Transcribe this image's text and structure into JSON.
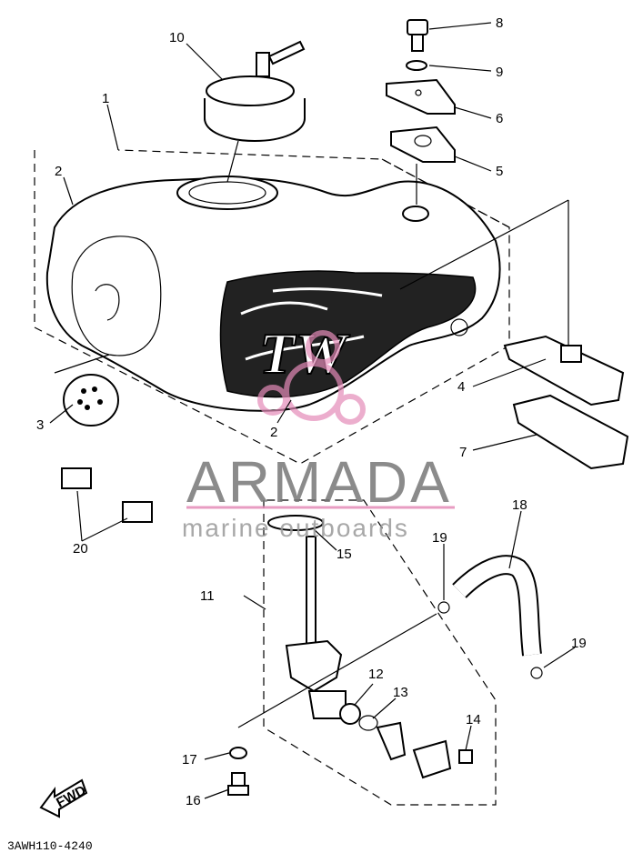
{
  "diagram_code": "3AWH110-4240",
  "fwd_label": "FWD",
  "watermark": {
    "brand": "ARMADA",
    "tagline": "marine outboards",
    "accent": "#e48bb8"
  },
  "callouts": [
    {
      "id": "c10",
      "text": "10"
    },
    {
      "id": "c8",
      "text": "8"
    },
    {
      "id": "c9",
      "text": "9"
    },
    {
      "id": "c6",
      "text": "6"
    },
    {
      "id": "c5",
      "text": "5"
    },
    {
      "id": "c1",
      "text": "1"
    },
    {
      "id": "c2a",
      "text": "2"
    },
    {
      "id": "c4",
      "text": "4"
    },
    {
      "id": "c3",
      "text": "3"
    },
    {
      "id": "c2b",
      "text": "2"
    },
    {
      "id": "c7",
      "text": "7"
    },
    {
      "id": "c20",
      "text": "20"
    },
    {
      "id": "c18",
      "text": "18"
    },
    {
      "id": "c19a",
      "text": "19"
    },
    {
      "id": "c15",
      "text": "15"
    },
    {
      "id": "c11",
      "text": "11"
    },
    {
      "id": "c19b",
      "text": "19"
    },
    {
      "id": "c12",
      "text": "12"
    },
    {
      "id": "c13",
      "text": "13"
    },
    {
      "id": "c14",
      "text": "14"
    },
    {
      "id": "c17",
      "text": "17"
    },
    {
      "id": "c16",
      "text": "16"
    }
  ]
}
